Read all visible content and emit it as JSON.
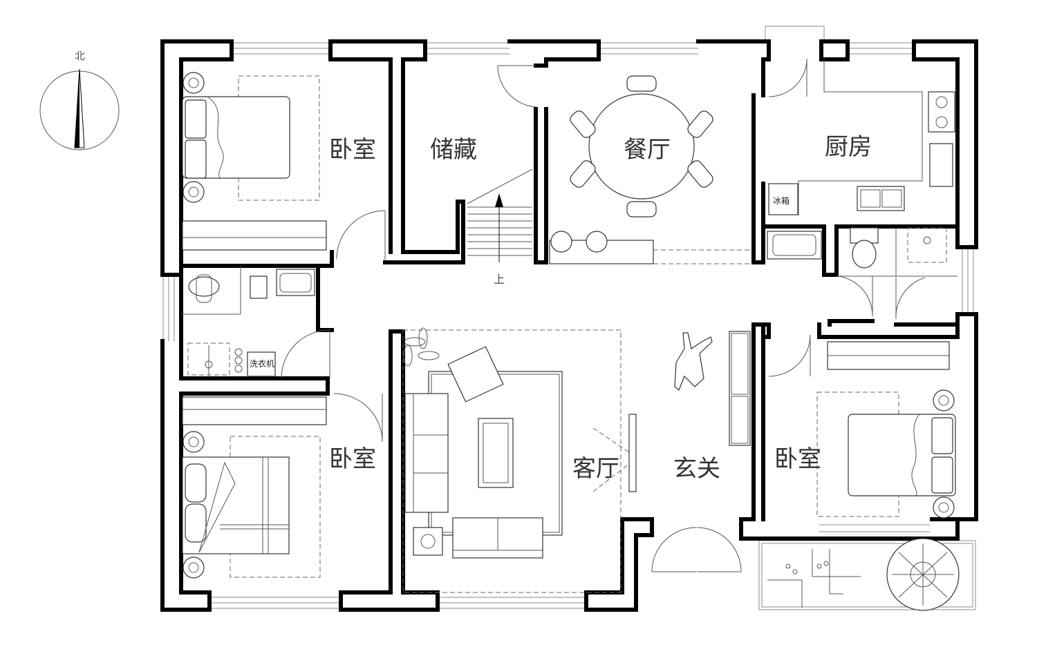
{
  "compass": {
    "label": "北"
  },
  "rooms": {
    "bedroom_nw": "卧室",
    "storage": "储藏",
    "dining": "餐厅",
    "kitchen": "厨房",
    "bedroom_sw": "卧室",
    "living": "客厅",
    "foyer": "玄关",
    "bedroom_e": "卧室"
  },
  "fixtures": {
    "fridge": "冰箱",
    "washer": "洗衣机",
    "stair_up": "上"
  }
}
